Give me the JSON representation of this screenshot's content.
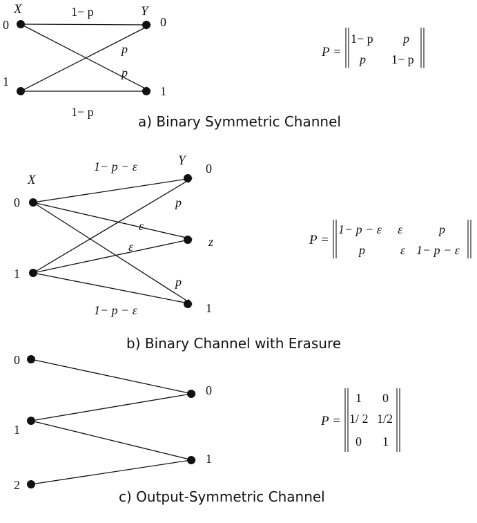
{
  "diagrams": [
    {
      "id": "bsc",
      "caption": "a) Binary Symmetric Channel",
      "input_header": "X",
      "output_header": "Y",
      "inputs": [
        "0",
        "1"
      ],
      "outputs": [
        "0",
        "1"
      ],
      "edges": [
        {
          "from": "0",
          "to": "0",
          "label": "1− p"
        },
        {
          "from": "0",
          "to": "1",
          "label": "p"
        },
        {
          "from": "1",
          "to": "0",
          "label": "p"
        },
        {
          "from": "1",
          "to": "1",
          "label": "1− p"
        }
      ],
      "matrix_lhs": "P =",
      "matrix": [
        [
          "1− p",
          "p"
        ],
        [
          "p",
          "1− p"
        ]
      ]
    },
    {
      "id": "bec",
      "caption": "b) Binary  Channel with Erasure",
      "input_header": "X",
      "output_header": "Y",
      "inputs": [
        "0",
        "1"
      ],
      "outputs": [
        "0",
        "z",
        "1"
      ],
      "edges": [
        {
          "from": "0",
          "to": "0",
          "label": "1− p − ε"
        },
        {
          "from": "0",
          "to": "z",
          "label": "ε"
        },
        {
          "from": "0",
          "to": "1",
          "label": "p"
        },
        {
          "from": "1",
          "to": "0",
          "label": "p"
        },
        {
          "from": "1",
          "to": "z",
          "label": "ε"
        },
        {
          "from": "1",
          "to": "1",
          "label": "1− p − ε"
        }
      ],
      "matrix_lhs": "P =",
      "matrix": [
        [
          "1− p − ε",
          "ε",
          "p"
        ],
        [
          "p",
          "ε",
          "1− p − ε"
        ]
      ]
    },
    {
      "id": "osc",
      "caption": "c) Output-Symmetric Channel",
      "inputs": [
        "0",
        "1",
        "2"
      ],
      "outputs": [
        "0",
        "1"
      ],
      "edges": [
        {
          "from": "0",
          "to": "0"
        },
        {
          "from": "1",
          "to": "0"
        },
        {
          "from": "1",
          "to": "1"
        },
        {
          "from": "2",
          "to": "1"
        }
      ],
      "matrix_lhs": "P =",
      "matrix": [
        [
          "1",
          "0"
        ],
        [
          "1/ 2",
          "1/2"
        ],
        [
          "0",
          "1"
        ]
      ]
    }
  ]
}
